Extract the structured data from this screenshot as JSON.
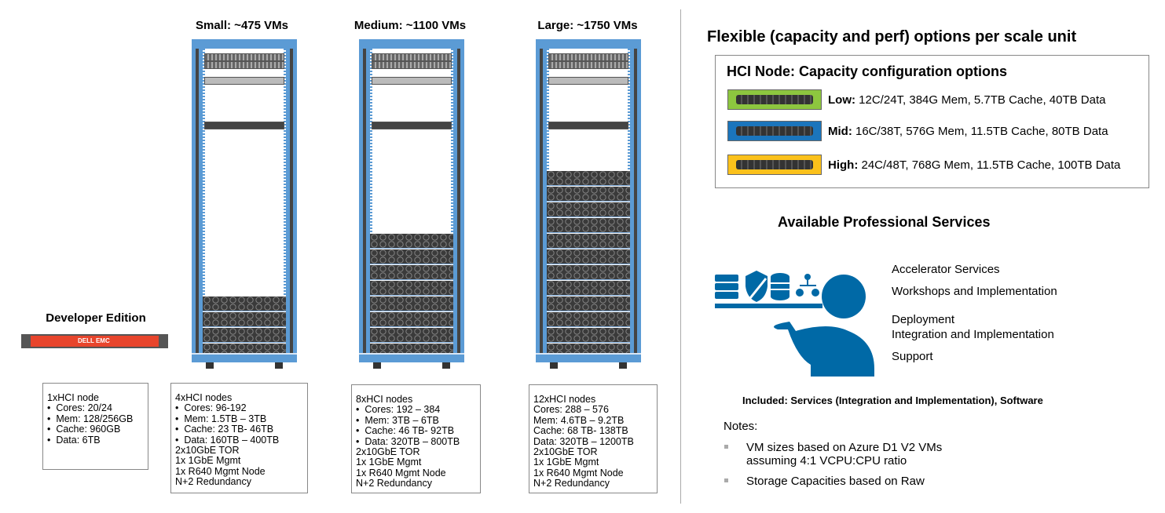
{
  "left": {
    "developer": {
      "title": "Developer Edition",
      "brand": "DELL EMC",
      "spec": "1xHCI node\n•  Cores: 20/24\n•  Mem: 128/256GB\n•  Cache: 960GB\n•  Data: 6TB"
    },
    "racks": [
      {
        "title": "Small: ~475 VMs",
        "nodes": 4,
        "spec": "4xHCI nodes\n•  Cores: 96-192\n•  Mem: 1.5TB – 3TB\n•  Cache: 23 TB- 46TB\n•  Data: 160TB – 400TB\n2x10GbE TOR\n1x 1GbE Mgmt\n1x R640 Mgmt Node\nN+2 Redundancy"
      },
      {
        "title": "Medium: ~1100 VMs",
        "nodes": 8,
        "spec": "8xHCI nodes\n•  Cores: 192 – 384\n•  Mem: 3TB – 6TB\n•  Cache: 46 TB- 92TB\n•  Data: 320TB – 800TB\n2x10GbE TOR\n1x 1GbE Mgmt\n1x R640 Mgmt Node\nN+2 Redundancy"
      },
      {
        "title": "Large: ~1750 VMs",
        "nodes": 12,
        "spec": "12xHCI nodes\nCores: 288 – 576\nMem: 4.6TB – 9.2TB\nCache: 68 TB- 138TB\nData: 320TB – 1200TB\n2x10GbE TOR\n1x 1GbE Mgmt\n1x R640 Mgmt Node\nN+2 Redundancy"
      }
    ]
  },
  "right": {
    "title": "Flexible (capacity and perf) options per scale unit",
    "box_title": "HCI Node: Capacity configuration options",
    "options": [
      {
        "label": "Low:",
        "text": " 12C/24T, 384G Mem, 5.7TB Cache, 40TB Data",
        "color": "#8dc63f"
      },
      {
        "label": "Mid:",
        "text": " 16C/38T, 576G Mem, 11.5TB Cache, 80TB Data",
        "color": "#1b75bc"
      },
      {
        "label": "High:",
        "text": " 24C/48T, 768G Mem, 11.5TB Cache, 100TB Data",
        "color": "#fbc11b"
      }
    ],
    "services_title": "Available Professional Services",
    "services": [
      "Accelerator Services",
      "Workshops and Implementation",
      "Deployment",
      "Integration and Implementation",
      "Support"
    ],
    "included": "Included: Services (Integration and Implementation), Software",
    "notes_title": "Notes:",
    "notes": [
      "VM sizes based on Azure D1 V2 VMs",
      "assuming 4:1 VCPU:CPU ratio",
      "Storage Capacities based on Raw"
    ],
    "icon_color": "#0069a6"
  }
}
